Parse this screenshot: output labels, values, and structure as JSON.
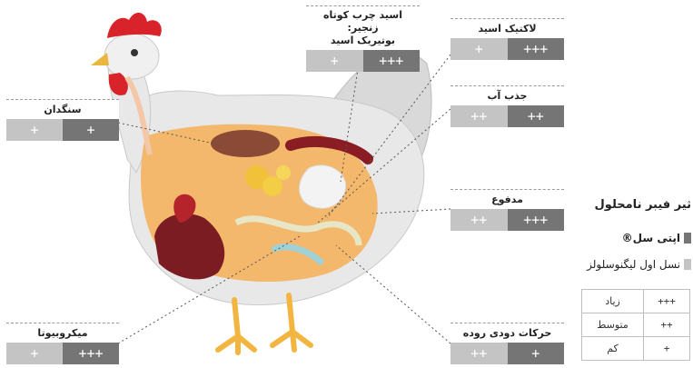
{
  "boxes": {
    "gizzard": {
      "title": "سنگدان",
      "left": "+",
      "right": "+"
    },
    "scfa": {
      "title_line1": "اسید چرب کوتاه زنجیر:",
      "title_line2": "بوتیریک اسید",
      "left": "+",
      "right": "+++"
    },
    "lactic": {
      "title": "لاکتیک اسید",
      "left": "+",
      "right": "+++"
    },
    "water": {
      "title": "جذب آب",
      "left": "++",
      "right": "++"
    },
    "feces": {
      "title": "مدفوع",
      "left": "++",
      "right": "+++"
    },
    "microbiota": {
      "title": "میکروبیوتا",
      "left": "+",
      "right": "+++"
    },
    "peristalsis": {
      "title": "حرکات دودی روده",
      "left": "++",
      "right": "+"
    }
  },
  "legend": {
    "title": "ثیر فیبر نامحلول",
    "item1": "اپتی سل®",
    "item2": "نسل اول لیگنوسلولز"
  },
  "key": [
    {
      "sym": "+++",
      "label": "زیاد"
    },
    {
      "sym": "++",
      "label": "متوسط"
    },
    {
      "sym": "+",
      "label": "کم"
    }
  ],
  "colors": {
    "light": "#c4c4c4",
    "dark": "#757575"
  }
}
